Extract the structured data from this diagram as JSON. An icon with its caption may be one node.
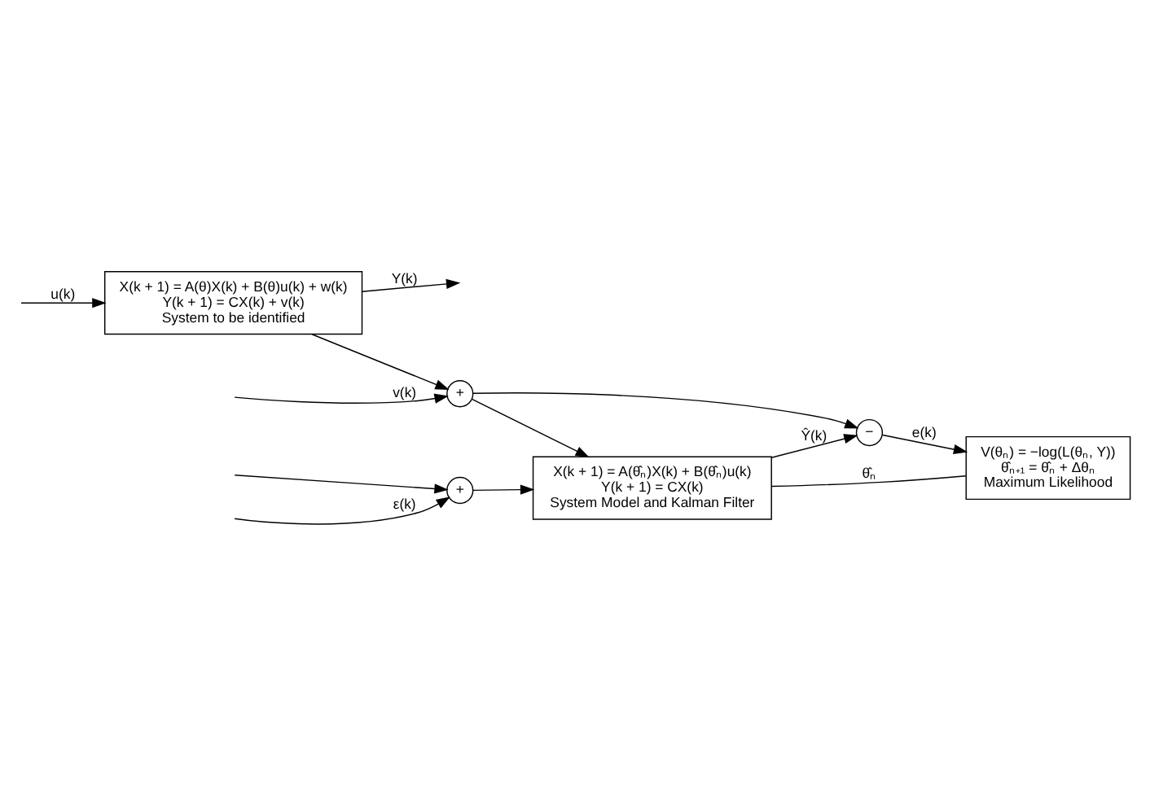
{
  "diagram": {
    "nodes": [
      {
        "text": [
          "X(k + 1) = A(θ)X(k) + B(θ)u(k) + w(k)",
          "Y(k + 1) = CX(k) + v(k)",
          "System to be identified"
        ]
      },
      {
        "text": [
          "+"
        ]
      },
      {
        "text": [
          "+"
        ]
      },
      {
        "text": [
          "X(k + 1) = A(θ̂ₙ)X(k) + B(θ̂ₙ)u(k)",
          "Y(k + 1) = CX(k)",
          "System Model and Kalman Filter"
        ]
      },
      {
        "text": [
          "−"
        ]
      },
      {
        "text": [
          "V(θₙ) = −log(L(θₙ, Y))",
          "θ̂ₙ₊₁ = θ̂ₙ + Δθₙ",
          "Maximum Likelihood"
        ]
      }
    ],
    "edges": [
      {
        "from": 0,
        "to": null,
        "arrow": "to",
        "label": "Y(k)"
      },
      {
        "from": null,
        "to": 0,
        "arrow": "to",
        "label": "u(k)"
      },
      {
        "from": null,
        "to": 1,
        "arrow": "to"
      },
      {
        "from": null,
        "to": 1,
        "arrow": "to",
        "label": "ε(k)"
      },
      {
        "from": 0,
        "to": 2,
        "arrow": "to"
      },
      {
        "from": null,
        "to": 2,
        "arrow": "to",
        "label": "v(k)"
      },
      {
        "from": 1,
        "to": 3,
        "arrow": "to"
      },
      {
        "from": 2,
        "to": 3,
        "arrow": "to"
      },
      {
        "from": 2,
        "to": 4,
        "arrow": "to"
      },
      {
        "from": 3,
        "to": 4,
        "arrow": "to",
        "label": "Ŷ(k)"
      },
      {
        "from": 4,
        "to": 5,
        "arrow": "to",
        "label": "e(k)"
      },
      {
        "from": 5,
        "to": 3,
        "arrow": "none",
        "label": "θ̂ₙ"
      }
    ]
  }
}
